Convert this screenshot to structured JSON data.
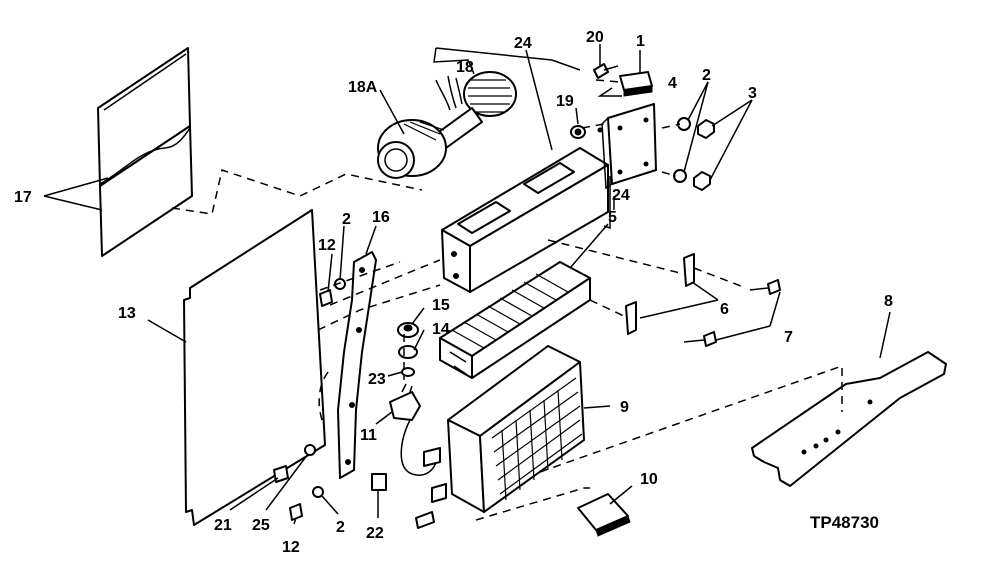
{
  "figure_id": "TP48730",
  "callouts": [
    {
      "id": "c1",
      "text": "1"
    },
    {
      "id": "c2a",
      "text": "2"
    },
    {
      "id": "c2b",
      "text": "2"
    },
    {
      "id": "c2c",
      "text": "2"
    },
    {
      "id": "c3",
      "text": "3"
    },
    {
      "id": "c4",
      "text": "4"
    },
    {
      "id": "c5",
      "text": "5"
    },
    {
      "id": "c6",
      "text": "6"
    },
    {
      "id": "c7",
      "text": "7"
    },
    {
      "id": "c8",
      "text": "8"
    },
    {
      "id": "c9",
      "text": "9"
    },
    {
      "id": "c10",
      "text": "10"
    },
    {
      "id": "c11",
      "text": "11"
    },
    {
      "id": "c12a",
      "text": "12"
    },
    {
      "id": "c12b",
      "text": "12"
    },
    {
      "id": "c13",
      "text": "13"
    },
    {
      "id": "c14",
      "text": "14"
    },
    {
      "id": "c15",
      "text": "15"
    },
    {
      "id": "c16",
      "text": "16"
    },
    {
      "id": "c17",
      "text": "17"
    },
    {
      "id": "c18",
      "text": "18"
    },
    {
      "id": "c18A",
      "text": "18A"
    },
    {
      "id": "c19",
      "text": "19"
    },
    {
      "id": "c20",
      "text": "20"
    },
    {
      "id": "c21",
      "text": "21"
    },
    {
      "id": "c22",
      "text": "22"
    },
    {
      "id": "c23",
      "text": "23"
    },
    {
      "id": "c24a",
      "text": "24"
    },
    {
      "id": "c24b",
      "text": "24"
    },
    {
      "id": "c25",
      "text": "25"
    }
  ]
}
